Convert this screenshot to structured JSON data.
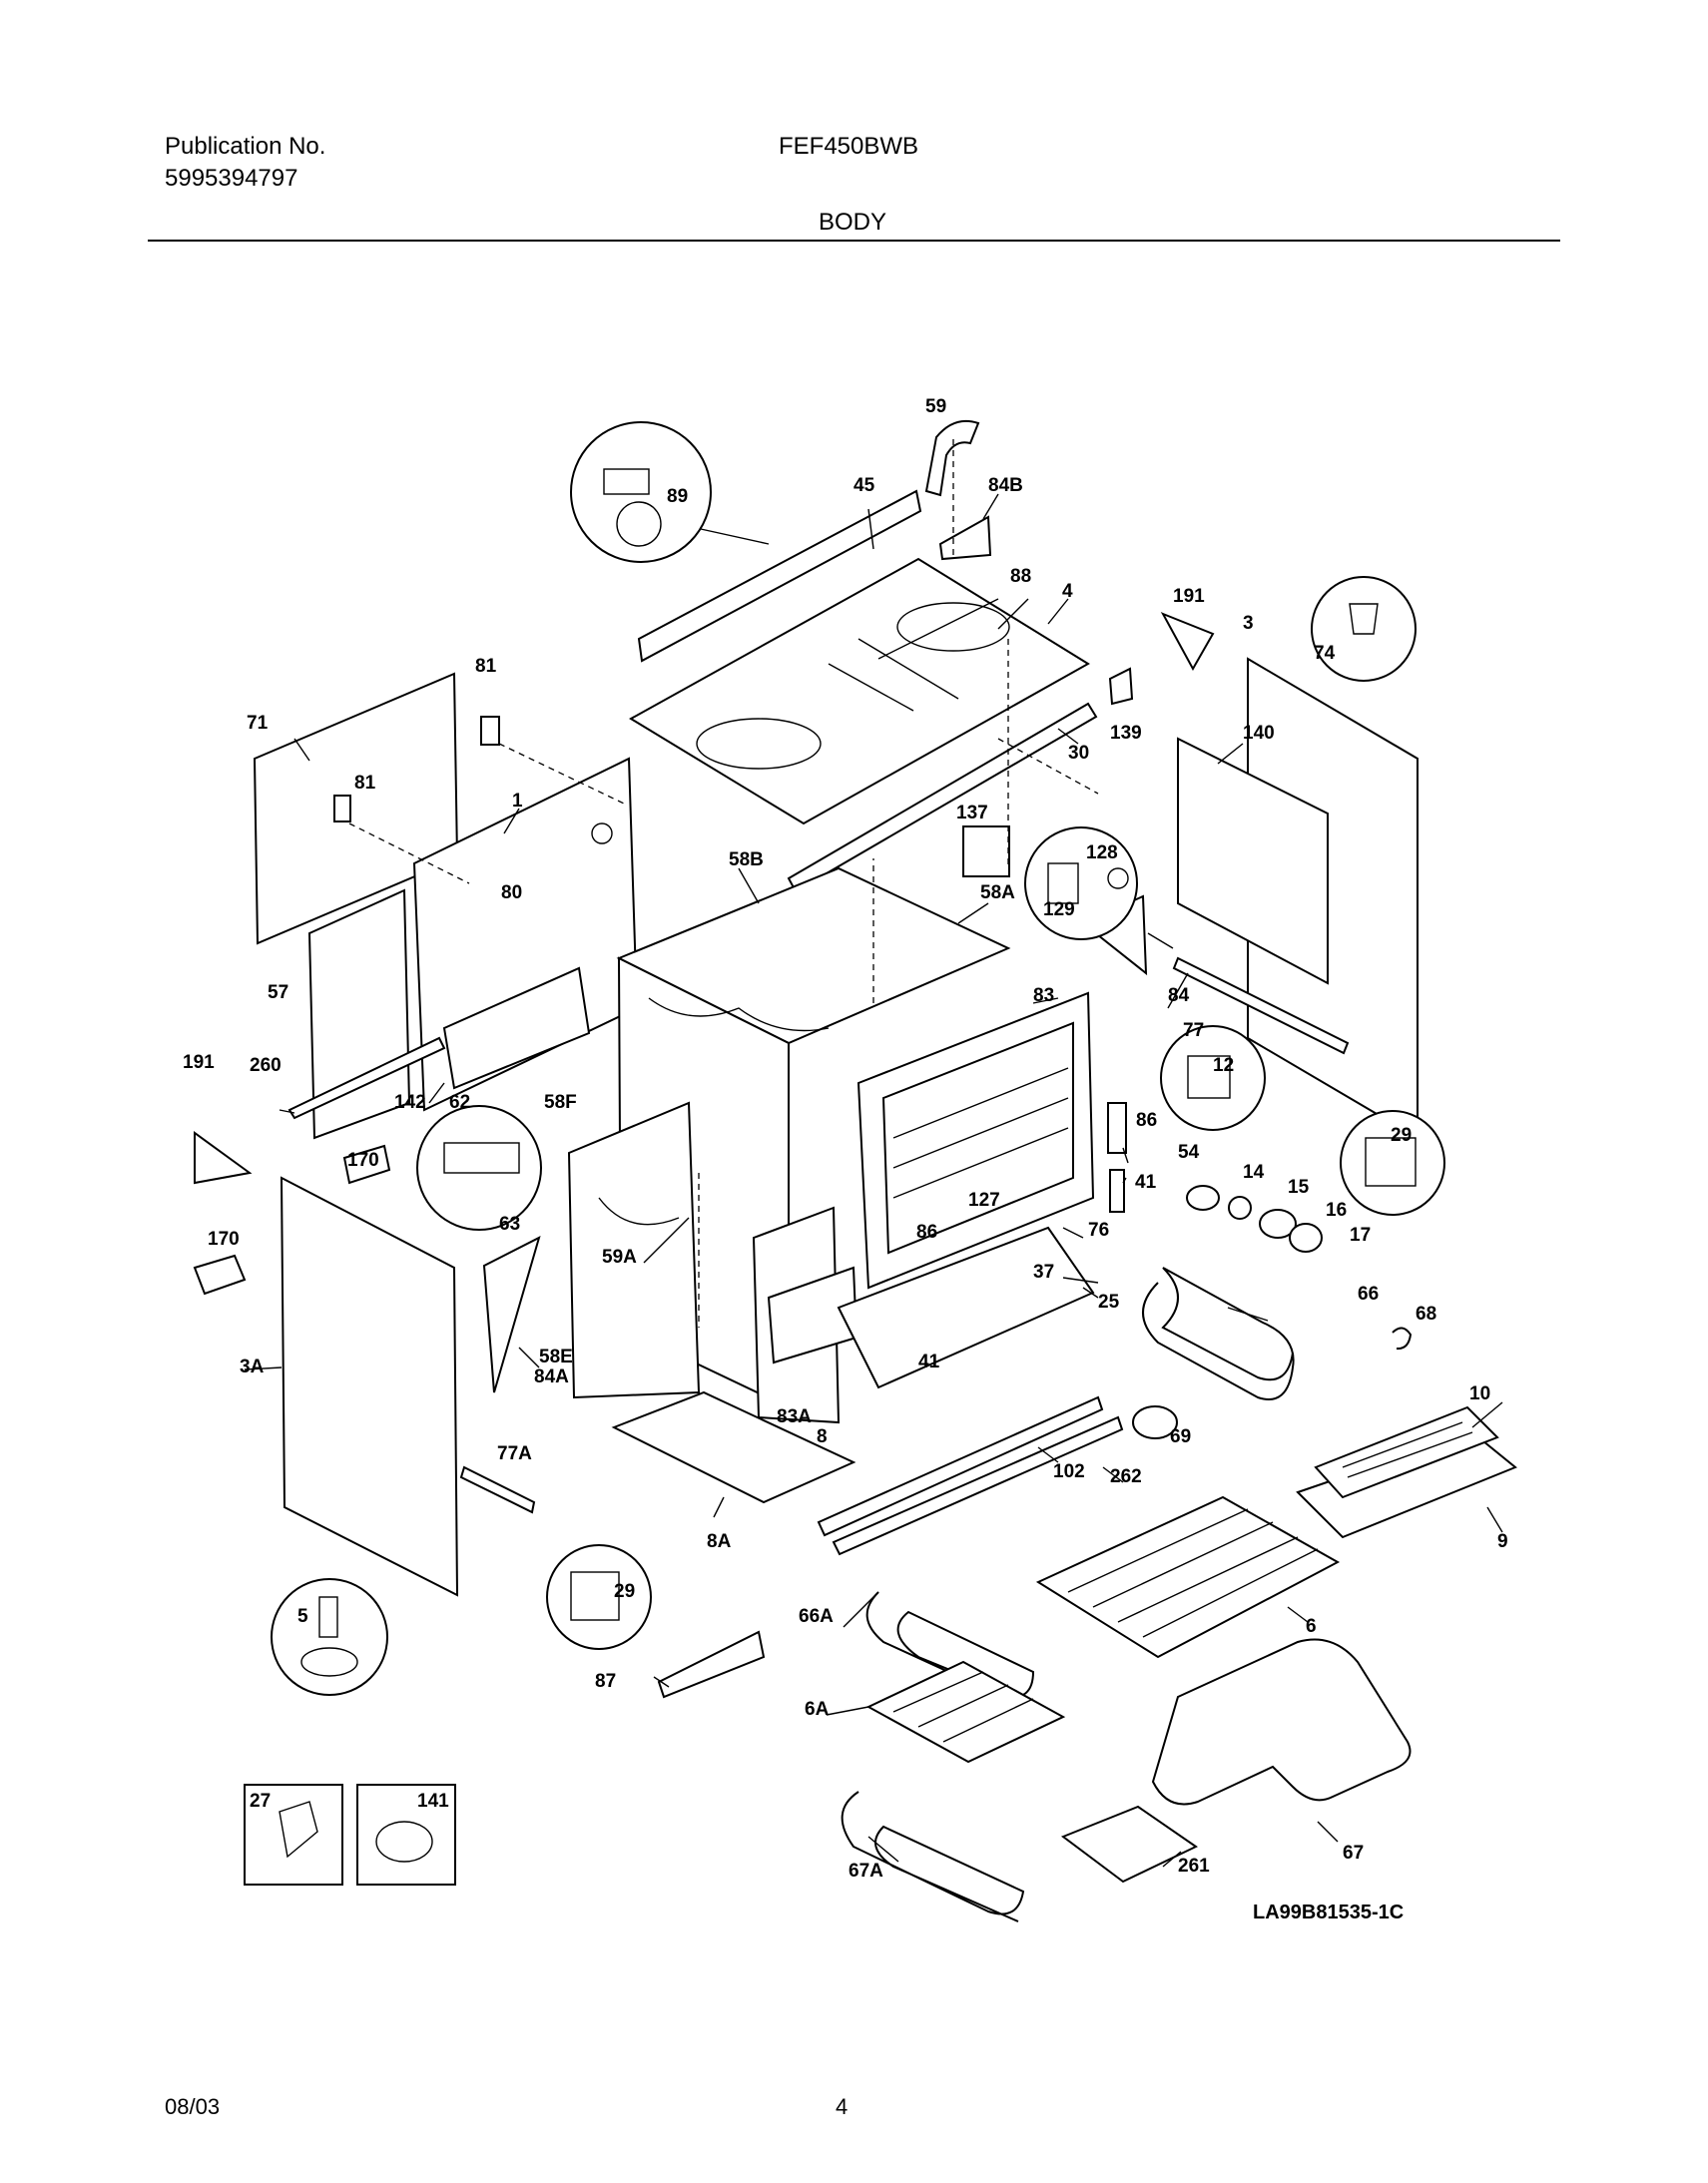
{
  "header": {
    "publication_label": "Publication No.",
    "publication_number": "5995394797",
    "model": "FEF450BWB",
    "section": "BODY"
  },
  "footer": {
    "date": "08/03",
    "page": "4",
    "drawing_id": "LA99B81535-1C"
  },
  "callouts": {
    "c59": "59",
    "c45": "45",
    "c84B": "84B",
    "c89": "89",
    "c88": "88",
    "c4": "4",
    "c191a": "191",
    "c3": "3",
    "c74": "74",
    "c81a": "81",
    "c71": "71",
    "c81b": "81",
    "c1": "1",
    "c80": "80",
    "c139": "139",
    "c30": "30",
    "c140": "140",
    "c137": "137",
    "c128": "128",
    "c129": "129",
    "c58B": "58B",
    "c58A": "58A",
    "c57": "57",
    "c84": "84",
    "c77": "77",
    "c83": "83",
    "c12": "12",
    "c191b": "191",
    "c260": "260",
    "c142": "142",
    "c62": "62",
    "c58F": "58F",
    "c86a": "86",
    "c29a": "29",
    "c170a": "170",
    "c63": "63",
    "c54": "54",
    "c14": "14",
    "c15": "15",
    "c41a": "41",
    "c127": "127",
    "c16": "16",
    "c17": "17",
    "c170b": "170",
    "c59A": "59A",
    "c86b": "86",
    "c76": "76",
    "c37": "37",
    "c66": "66",
    "c68": "68",
    "c25": "25",
    "c3A": "3A",
    "c58E": "58E",
    "c41b": "41",
    "c84A": "84A",
    "c10": "10",
    "c83A": "83A",
    "c8": "8",
    "c69": "69",
    "c77A": "77A",
    "c102": "102",
    "c262": "262",
    "c9": "9",
    "c8A": "8A",
    "c29b": "29",
    "c5": "5",
    "c66A": "66A",
    "c6": "6",
    "c87": "87",
    "c6A": "6A",
    "c27": "27",
    "c141": "141",
    "c67A": "67A",
    "c261": "261",
    "c67": "67"
  }
}
